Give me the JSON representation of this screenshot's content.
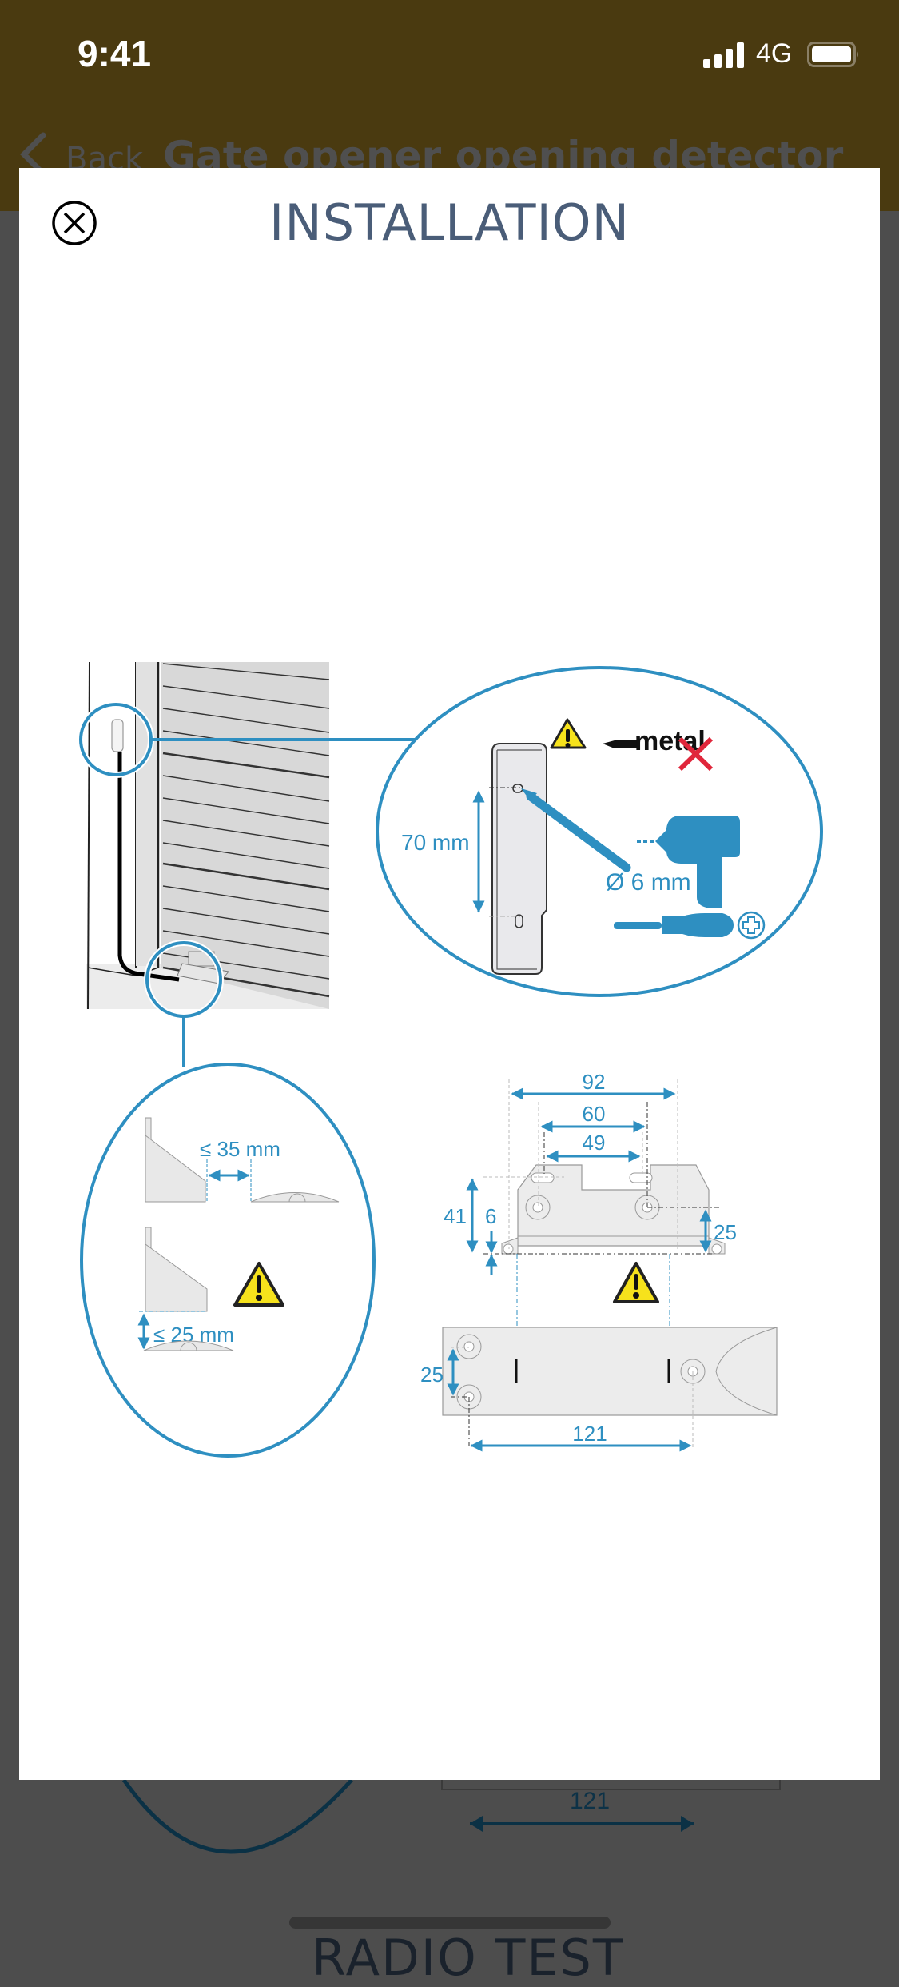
{
  "status_bar": {
    "time": "9:41",
    "network": "4G",
    "icons": [
      "signal-icon",
      "battery-icon"
    ]
  },
  "nav": {
    "back_label": "Back",
    "title": "Gate opener opening detector"
  },
  "background": {
    "dimension_121": "121",
    "bottom_button": "RADIO TEST"
  },
  "modal": {
    "title": "INSTALLATION",
    "close_icon": "close-circle-icon",
    "colors": {
      "accent_blue": "#2e8fc1",
      "title": "#4a5d78",
      "warning_yellow": "#f6e21c",
      "forbidden_red": "#e0263b"
    },
    "diagram": {
      "sensor_callout": {
        "height_label": "70 mm",
        "drill_label": "Ø 6 mm",
        "metal_label": "metal",
        "icons": [
          "warning-icon",
          "metal-screw-forbidden-icon",
          "pencil-icon",
          "drill-icon",
          "screwdriver-icon",
          "phillips-head-icon"
        ]
      },
      "gap_callout": {
        "horizontal_gap": "≤ 35 mm",
        "vertical_gap": "≤ 25 mm"
      },
      "bracket_dimensions": {
        "width_total": "92",
        "width_holes_outer": "60",
        "width_holes_inner": "49",
        "height_total": "41",
        "base_offset": "6",
        "hole_height": "25",
        "magnet_hole_spacing": "25",
        "magnet_hole_distance": "121"
      }
    }
  }
}
